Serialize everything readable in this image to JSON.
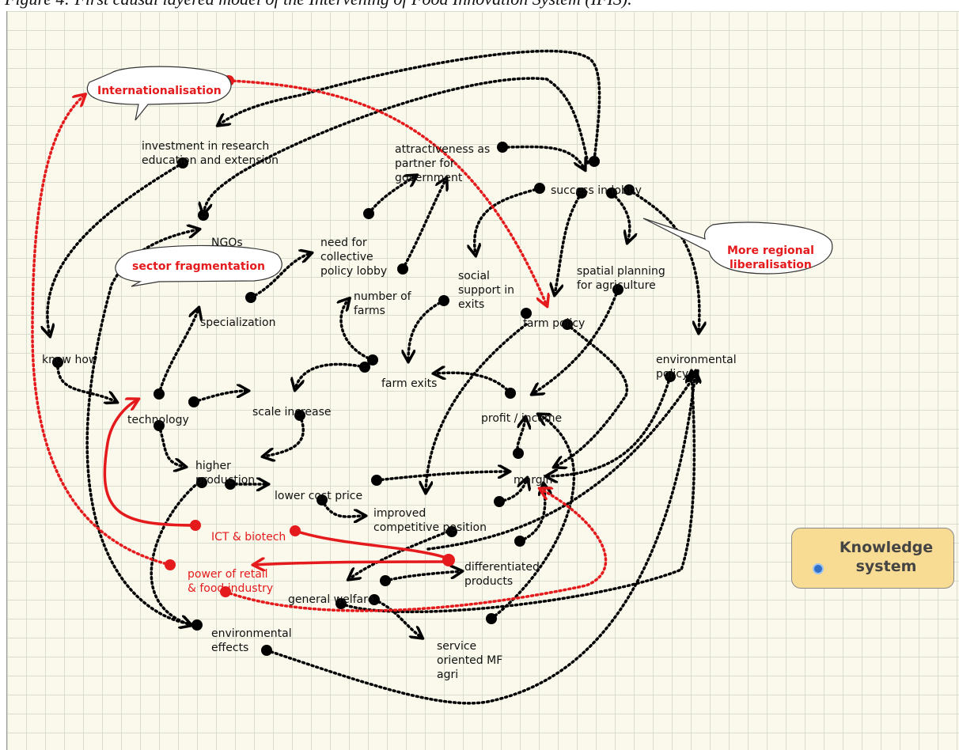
{
  "caption": "Figure 4: First causal layered model of the Intervening of Food Innovation System (IFIS).",
  "nodes": {
    "investment": "investment in research\neducation and extension",
    "attractiveness": "attractiveness as\npartner for\ngovernment",
    "success_lobby": "success in lobby",
    "ngos": "NGOs",
    "need_collective": "need for\ncollective\npolicy lobby",
    "social_support": "social\nsupport in\nexits",
    "spatial_planning": "spatial planning\nfor agriculture",
    "number_farms": "number of\nfarms",
    "specialization": "specialization",
    "farm_policy": "farm policy",
    "know_how": "know how",
    "environmental_policy": "environmental\npolicy",
    "farm_exits": "farm exits",
    "technology": "technology",
    "scale_increase": "scale increase",
    "profit_income": "profit / income",
    "higher_production": "higher\nproduction",
    "margin": "margin",
    "lower_cost": "lower cost price",
    "improved_competitive": "improved\ncompetitive position",
    "ict_biotech": "ICT & biotech",
    "differentiated": "differentiated\nproducts",
    "power_retail": "power of retail\n& food industry",
    "general_welfare": "general welfare",
    "environmental_effects": "environmental\neffects",
    "service_oriented": "service\noriented MF\nagri"
  },
  "bubbles": {
    "internationalisation": "Internationalisation",
    "sector_fragmentation": "sector fragmentation",
    "regional_liberalisation": "More regional\nliberalisation"
  },
  "knowledge_system": "Knowledge\nsystem",
  "colors": {
    "external_driver": "#e41a1c",
    "link": "#000000",
    "grid_bg": "#fbf9ec"
  }
}
